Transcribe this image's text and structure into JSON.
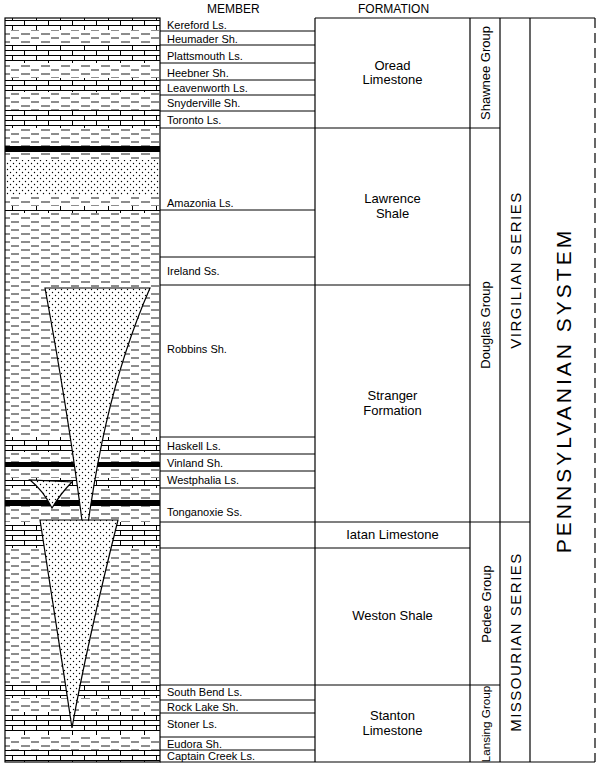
{
  "diagram": {
    "nodes": [
      {
        "text": [
          "Oread Limestone"
        ]
      },
      {
        "text": [
          "Shawnee Group"
        ]
      },
      {
        "text": [
          "VIRGILIAN SERIES"
        ]
      },
      {
        "text": [
          "PENNSYLVANIAN SYSTEM"
        ]
      },
      {
        "text": [
          "Lawrence Shale"
        ]
      },
      {
        "text": [
          "Stranger Formation"
        ]
      },
      {
        "text": [
          "Douglas Group"
        ]
      },
      {
        "text": [
          "Iatan Limestone"
        ]
      },
      {
        "text": [
          "Weston Shale"
        ]
      },
      {
        "text": [
          "Pedee Group"
        ]
      },
      {
        "text": [
          "MISSOURIAN SERIES"
        ]
      },
      {
        "text": [
          "Stanton Limestone"
        ]
      },
      {
        "text": [
          "Lansing Group"
        ]
      }
    ],
    "labels": [
      "MEMBER",
      "FORMATION",
      "Kereford Ls.",
      "Heumader Sh.",
      "Plattsmouth Ls.",
      "Heebner Sh.",
      "Leavenworth Ls.",
      "Snyderville Sh.",
      "Toronto Ls.",
      "Amazonia Ls.",
      "Ireland Ss.",
      "Robbins Sh.",
      "Haskell Ls.",
      "Vinland Sh.",
      "Westphalia Ls.",
      "Tonganoxie Ss.",
      "South Bend Ls.",
      "Rock Lake Sh.",
      "Stoner Ls.",
      "Eudora Sh.",
      "Captain Creek Ls."
    ]
  }
}
